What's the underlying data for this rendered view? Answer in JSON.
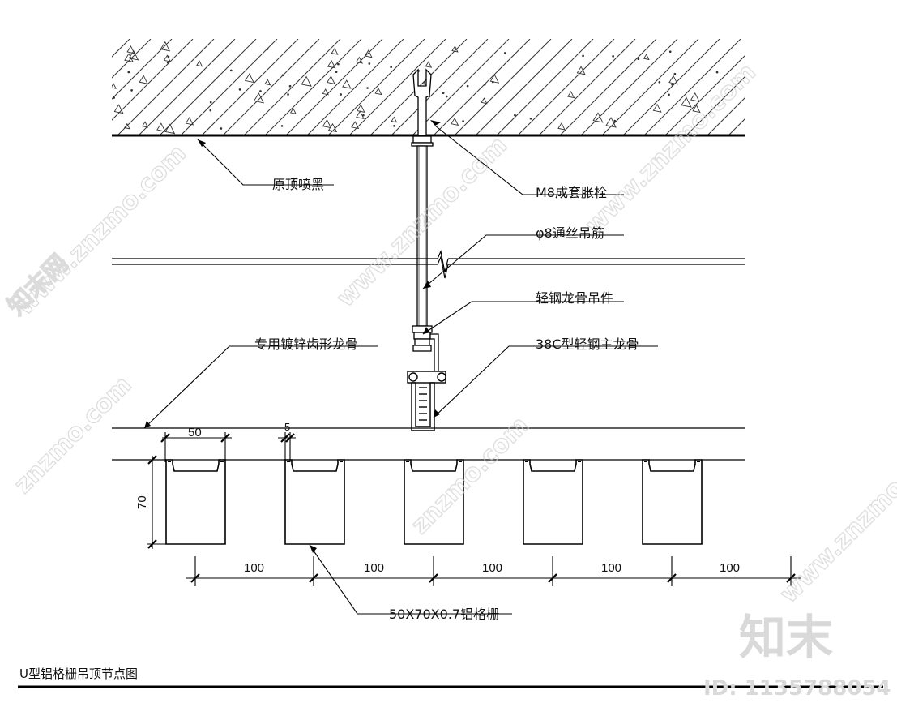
{
  "drawing": {
    "title": "U型铝格栅吊顶节点图",
    "labels": {
      "ceiling_paint": "原顶喷黑",
      "anchor_bolt": "M8成套胀栓",
      "hanger_rod": "φ8通丝吊筋",
      "hanger_clip": "轻钢龙骨吊件",
      "carrier": "专用镀锌齿形龙骨",
      "main_keel": "38C型轻钢主龙骨",
      "grille": "50X70X0.7铝格栅"
    },
    "dimensions": {
      "width": "50",
      "lip": "5",
      "height": "70",
      "spacing": [
        "100",
        "100",
        "100",
        "100",
        "100"
      ]
    }
  },
  "watermark": {
    "brand_cn": "知末",
    "site": "www.znzmo.com",
    "site_short": "znzmo.com",
    "badge": "知末网",
    "id": "ID: 1135788054"
  }
}
